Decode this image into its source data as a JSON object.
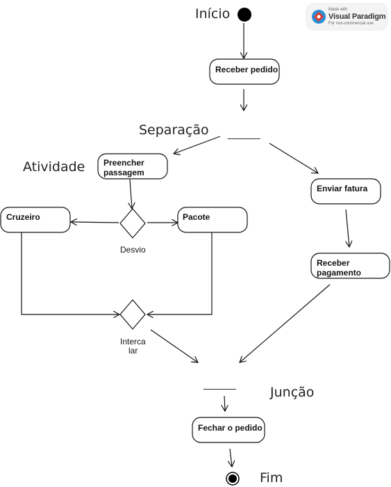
{
  "labels": {
    "inicio": "Início",
    "separacao": "Separação",
    "atividade": "Atividade",
    "desvio": "Desvio",
    "intercalar_line1": "Interca",
    "intercalar_line2": "lar",
    "juncao": "Junção",
    "fim": "Fim"
  },
  "bars": {
    "separacao": "______",
    "juncao": "______"
  },
  "nodes": {
    "receber_pedido": "Receber pedido",
    "preencher_line1": "Preencher",
    "preencher_line2": "passagem",
    "enviar_fatura": "Enviar fatura",
    "cruzeiro": "Cruzeiro",
    "pacote": "Pacote",
    "receber_pag_line1": "Receber",
    "receber_pag_line2": "pagamento",
    "fechar_pedido": "Fechar o pedido"
  },
  "badge": {
    "made_with": "Made with",
    "title": "Visual Paradigm",
    "subtitle": "For non-commercial use"
  }
}
